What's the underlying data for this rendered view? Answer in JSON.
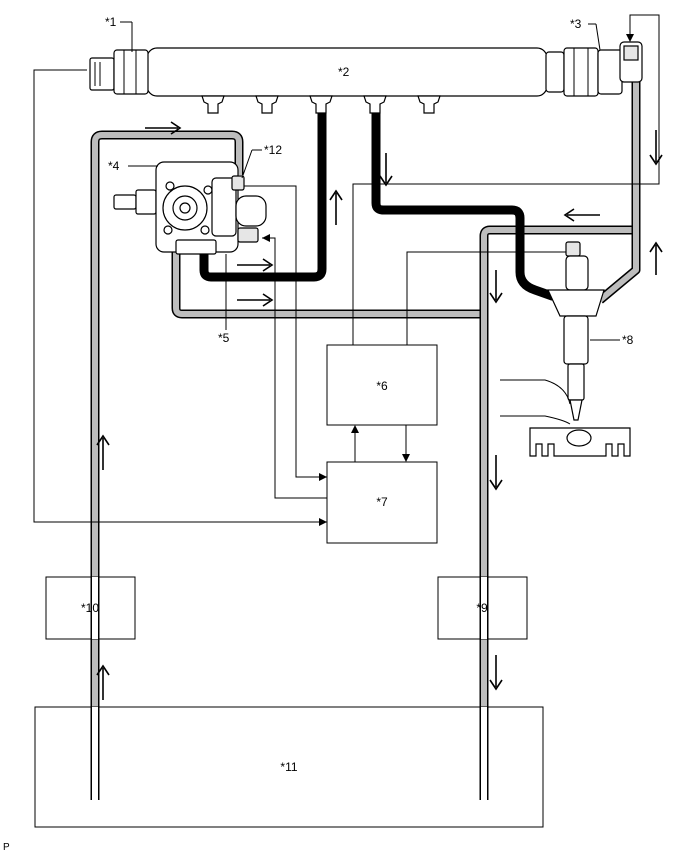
{
  "callouts": {
    "c1": "*1",
    "c2": "*2",
    "c3": "*3",
    "c4": "*4",
    "c5": "*5",
    "c6": "*6",
    "c7": "*7",
    "c8": "*8",
    "c9": "*9",
    "c10": "*10",
    "c11": "*11",
    "c12": "*12"
  },
  "corner_mark": "P",
  "colors": {
    "high_pressure_line": "#000000",
    "low_pressure_line": "#bdbdbd",
    "wire": "#000000"
  }
}
